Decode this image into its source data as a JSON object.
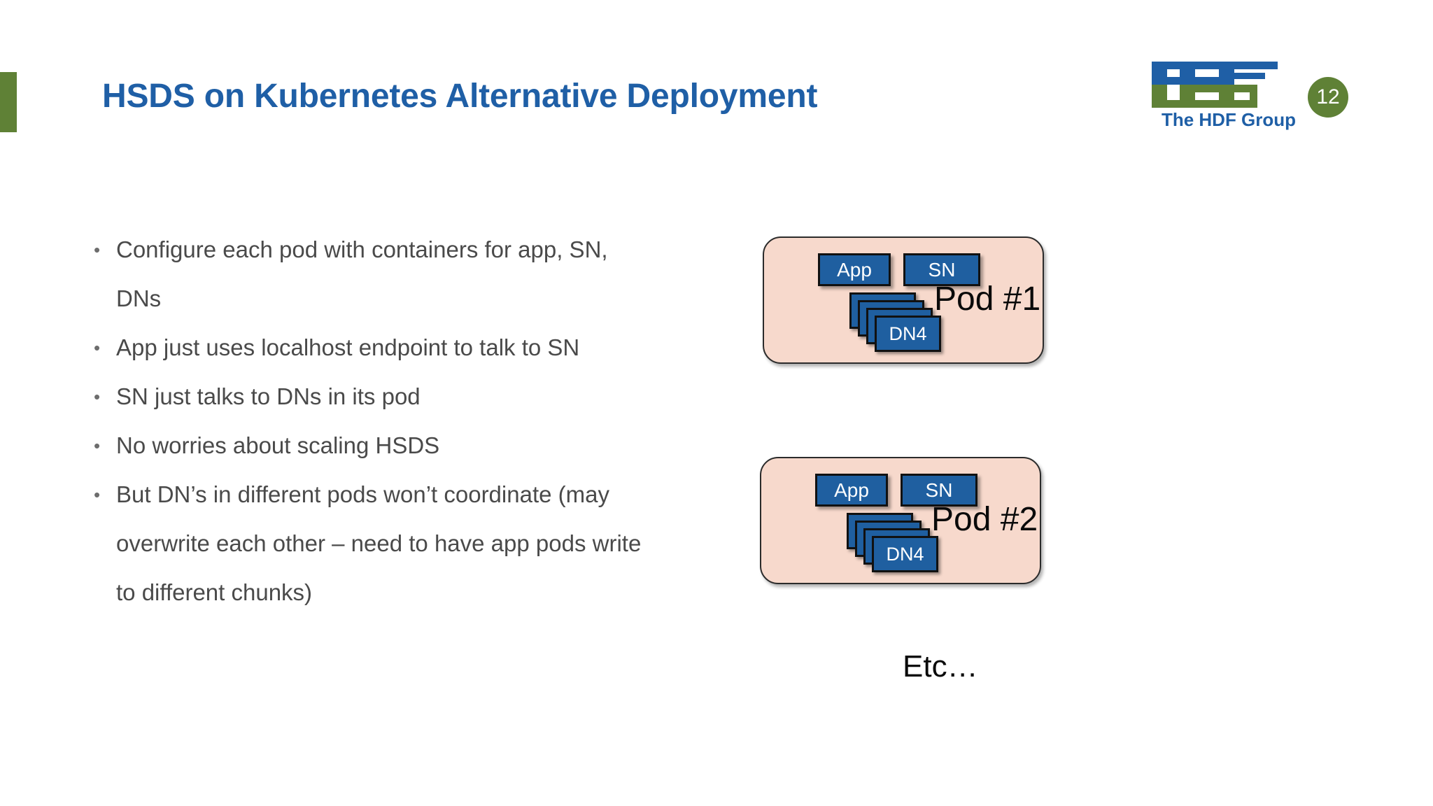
{
  "slide": {
    "title": "HSDS on Kubernetes Alternative Deployment",
    "page_number": "12",
    "accent_color": "#5f8136",
    "title_color": "#1f5fa6"
  },
  "logo": {
    "group_text": "The HDF Group",
    "mark_top_color": "#1f5fa6",
    "mark_bottom_color": "#5f8136",
    "mark_name": "hdf-logo"
  },
  "bullets": [
    {
      "marker": "•",
      "text": "Configure each pod with containers for app, SN, DNs"
    },
    {
      "marker": "•",
      "text": "App just uses localhost endpoint to talk to SN"
    },
    {
      "marker": "•",
      "text": "SN just talks to DNs in its pod"
    },
    {
      "marker": "•",
      "text": "No worries about scaling HSDS"
    },
    {
      "marker": "•",
      "text": "But DN’s in different pods won’t coordinate (may overwrite each other – need to have app pods write to different chunks)"
    }
  ],
  "diagram": {
    "pod_fill": "#f7d9cc",
    "container_fill": "#1f5fa0",
    "etc_label": "Etc…",
    "pods": [
      {
        "label": "Pod #1",
        "app_label": "App",
        "sn_label": "SN",
        "dn_boxes": [
          "",
          "",
          "",
          "DN4"
        ]
      },
      {
        "label": "Pod #2",
        "app_label": "App",
        "sn_label": "SN",
        "dn_boxes": [
          "",
          "",
          "",
          "DN4"
        ]
      }
    ]
  }
}
